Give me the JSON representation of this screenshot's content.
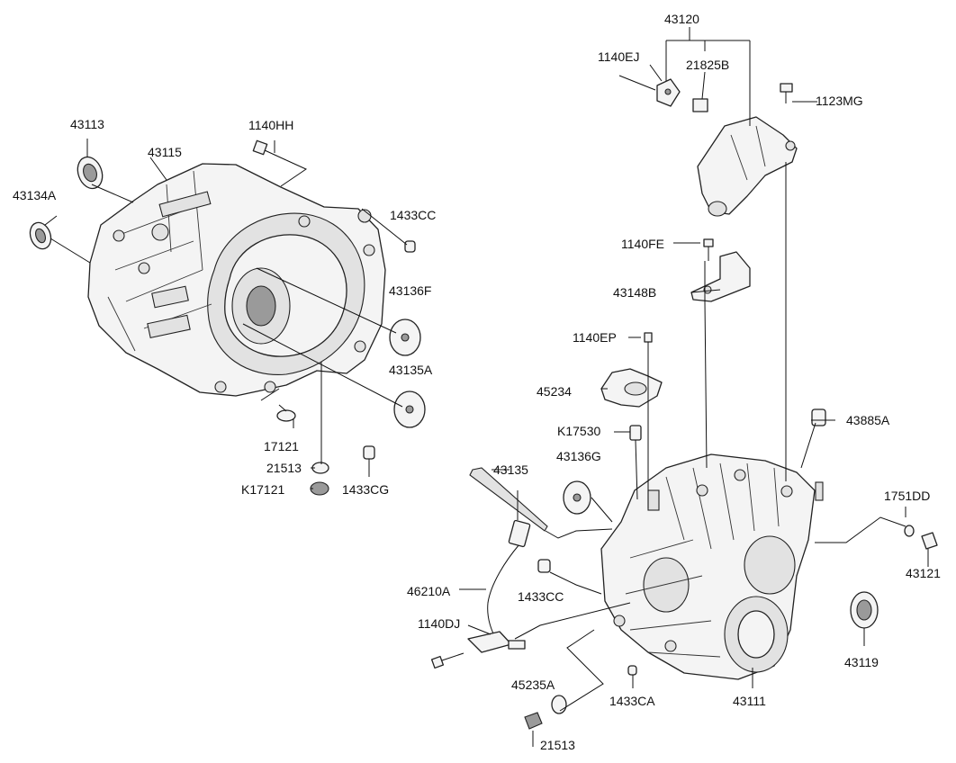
{
  "parts": {
    "p43120": "43120",
    "p1140EJ": "1140EJ",
    "p21825B": "21825B",
    "p1123MG": "1123MG",
    "p43113": "43113",
    "p1140HH": "1140HH",
    "p43115": "43115",
    "p43134A": "43134A",
    "p1433CC_top": "1433CC",
    "p1140FE": "1140FE",
    "p43136F": "43136F",
    "p43148B": "43148B",
    "p1140EP": "1140EP",
    "p43135A": "43135A",
    "p45234": "45234",
    "p17121": "17121",
    "pK17530": "K17530",
    "p43885A": "43885A",
    "p21513_top": "21513",
    "p43136G": "43136G",
    "p43135": "43135",
    "pK17121": "K17121",
    "p1433CG": "1433CG",
    "p1751DD": "1751DD",
    "p43121": "43121",
    "p46210A": "46210A",
    "p1433CC_mid": "1433CC",
    "p1140DJ": "1140DJ",
    "p43119": "43119",
    "p45235A": "45235A",
    "p1433CA": "1433CA",
    "p43111": "43111",
    "p21513_bot": "21513"
  },
  "colors": {
    "line": "#111111",
    "part_fill": "#f4f4f4",
    "background": "#ffffff"
  }
}
